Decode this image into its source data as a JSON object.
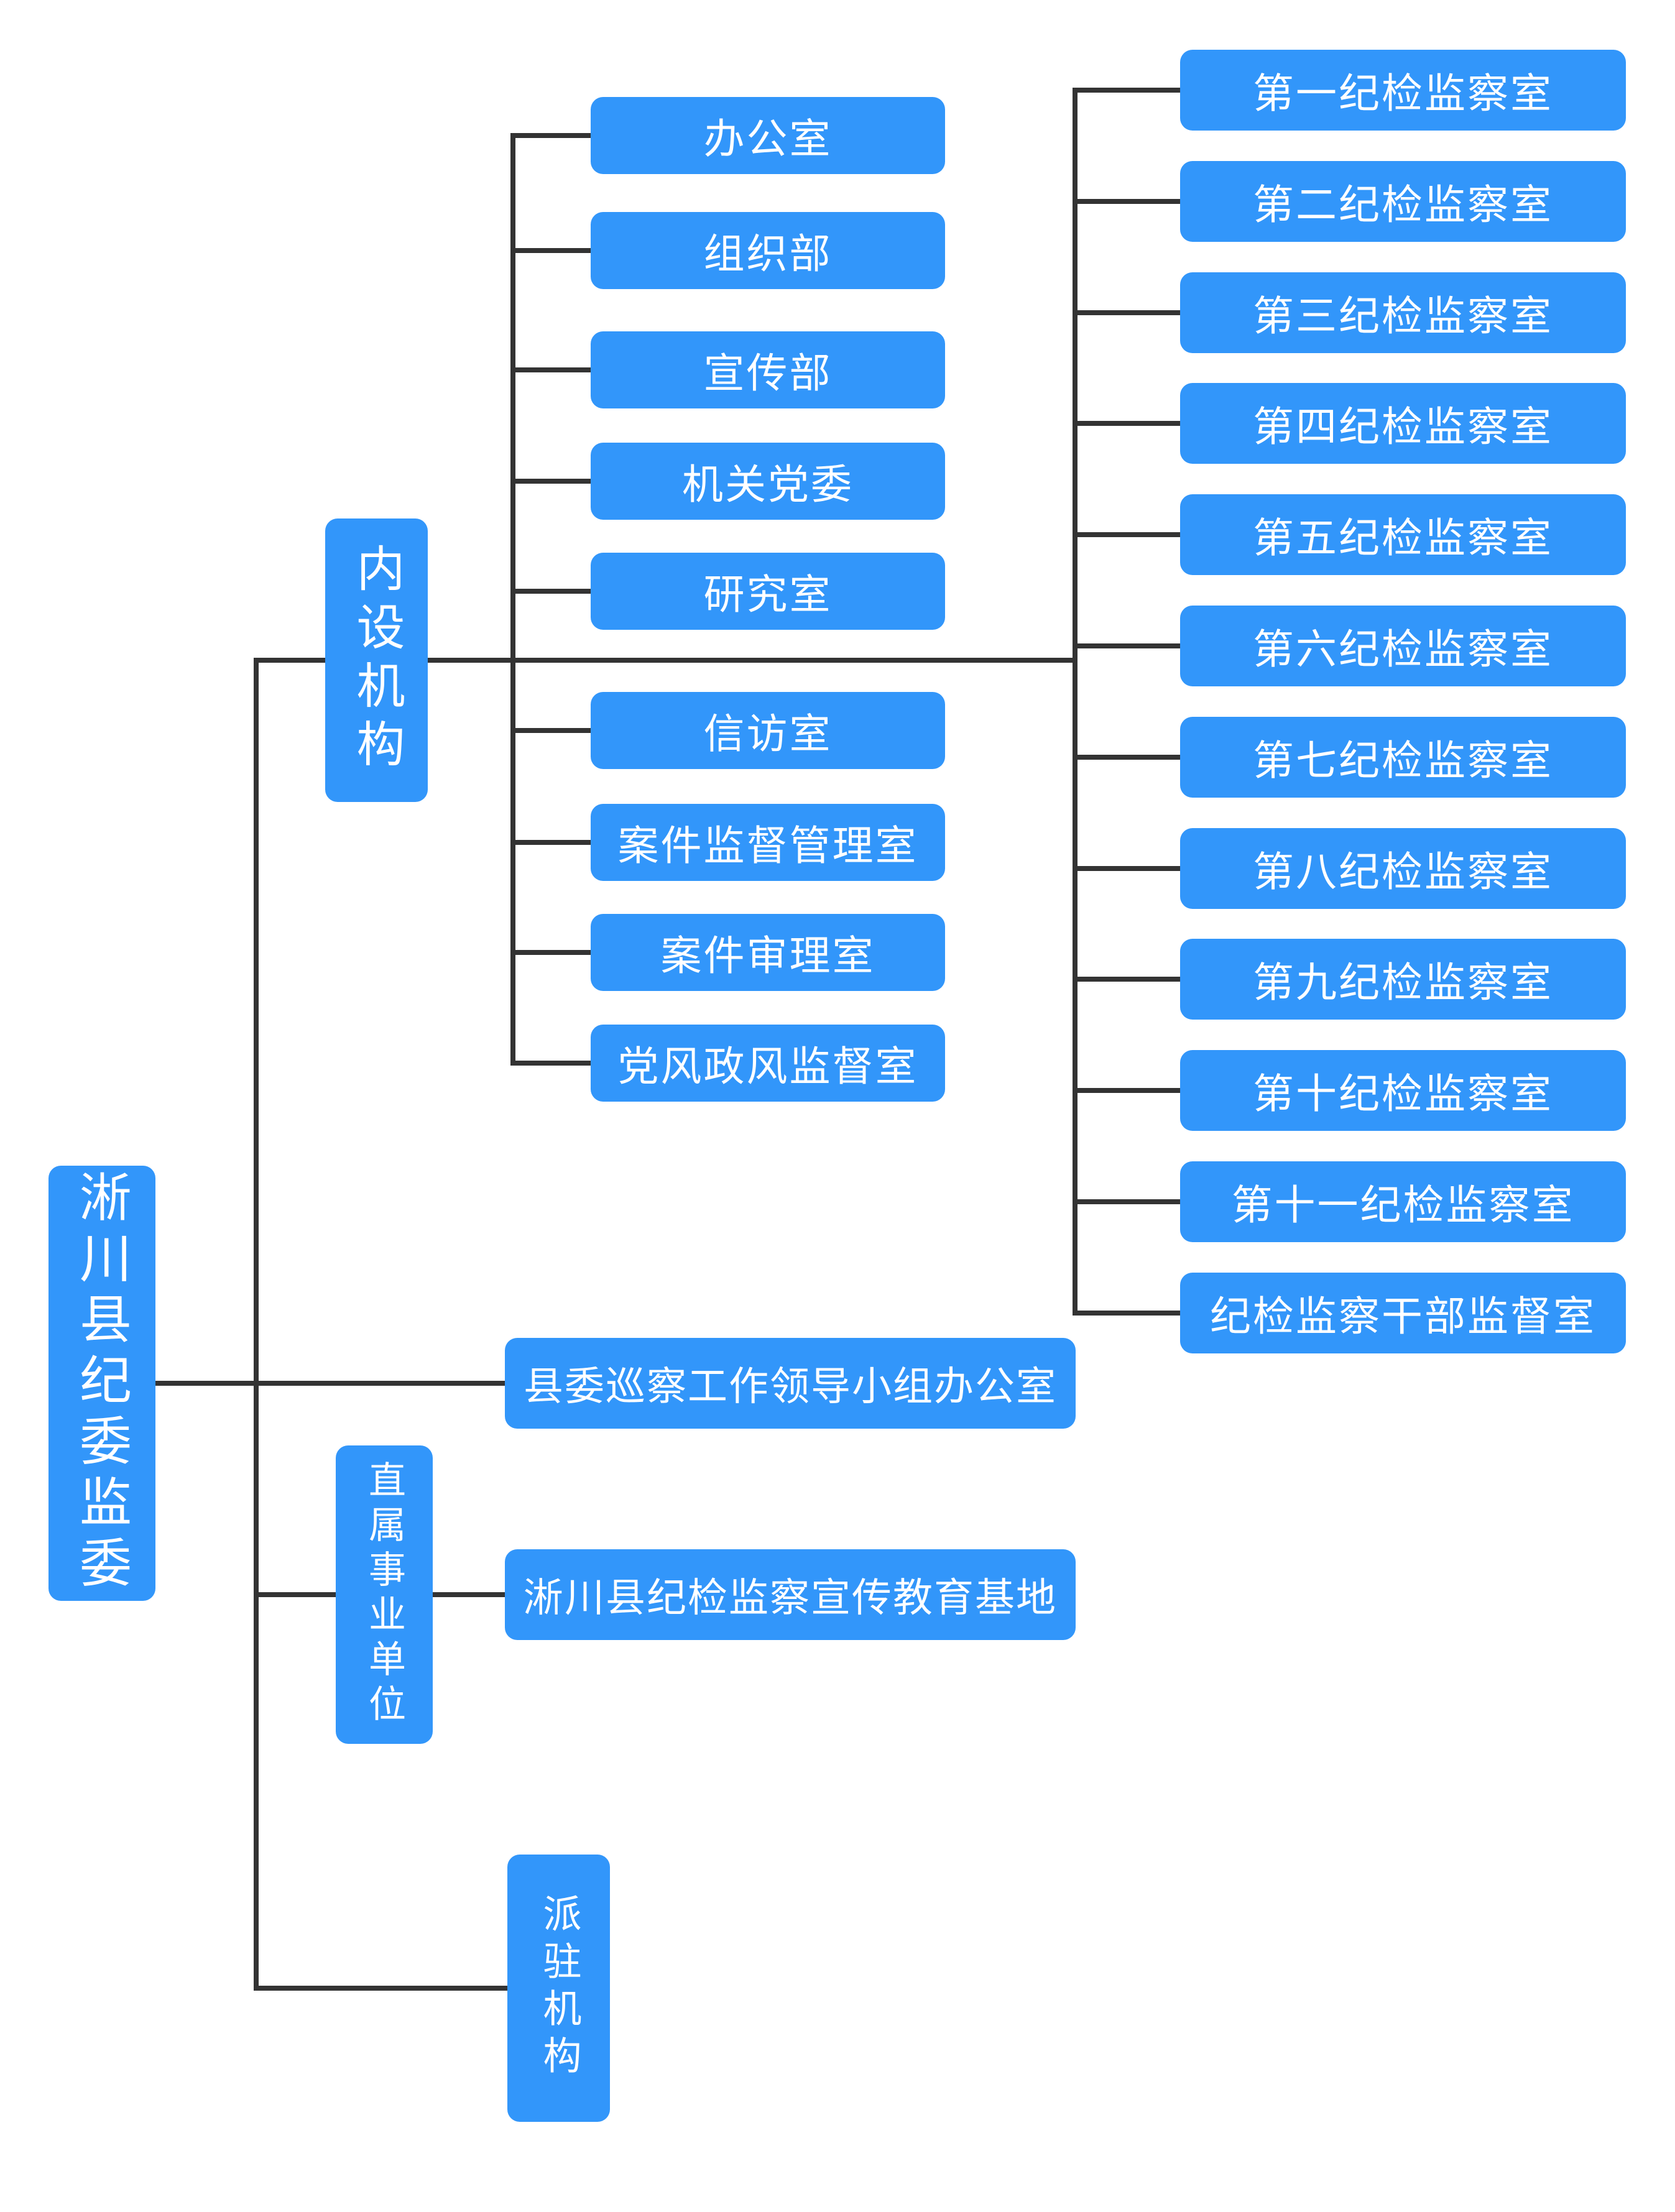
{
  "org_chart": {
    "root_label": "淅川县纪委监委",
    "groups": {
      "internal_label": "内设机构",
      "direct_label": "直属事业单位",
      "dispatched_label": "派驻机构"
    },
    "internal_departments": [
      "办公室",
      "组织部",
      "宣传部",
      "机关党委",
      "研究室",
      "信访室",
      "案件监督管理室",
      "案件审理室",
      "党风政风监督室"
    ],
    "discipline_offices": [
      "第一纪检监察室",
      "第二纪检监察室",
      "第三纪检监察室",
      "第四纪检监察室",
      "第五纪检监察室",
      "第六纪检监察室",
      "第七纪检监察室",
      "第八纪检监察室",
      "第九纪检监察室",
      "第十纪检监察室",
      "第十一纪检监察室",
      "纪检监察干部监督室"
    ],
    "inspection_office_label": "县委巡察工作领导小组办公室",
    "direct_units": [
      "淅川县纪检监察宣传教育基地"
    ],
    "colors": {
      "node": "#3296fa",
      "connector": "#333333",
      "text": "#ffffff",
      "background": "#ffffff"
    }
  }
}
